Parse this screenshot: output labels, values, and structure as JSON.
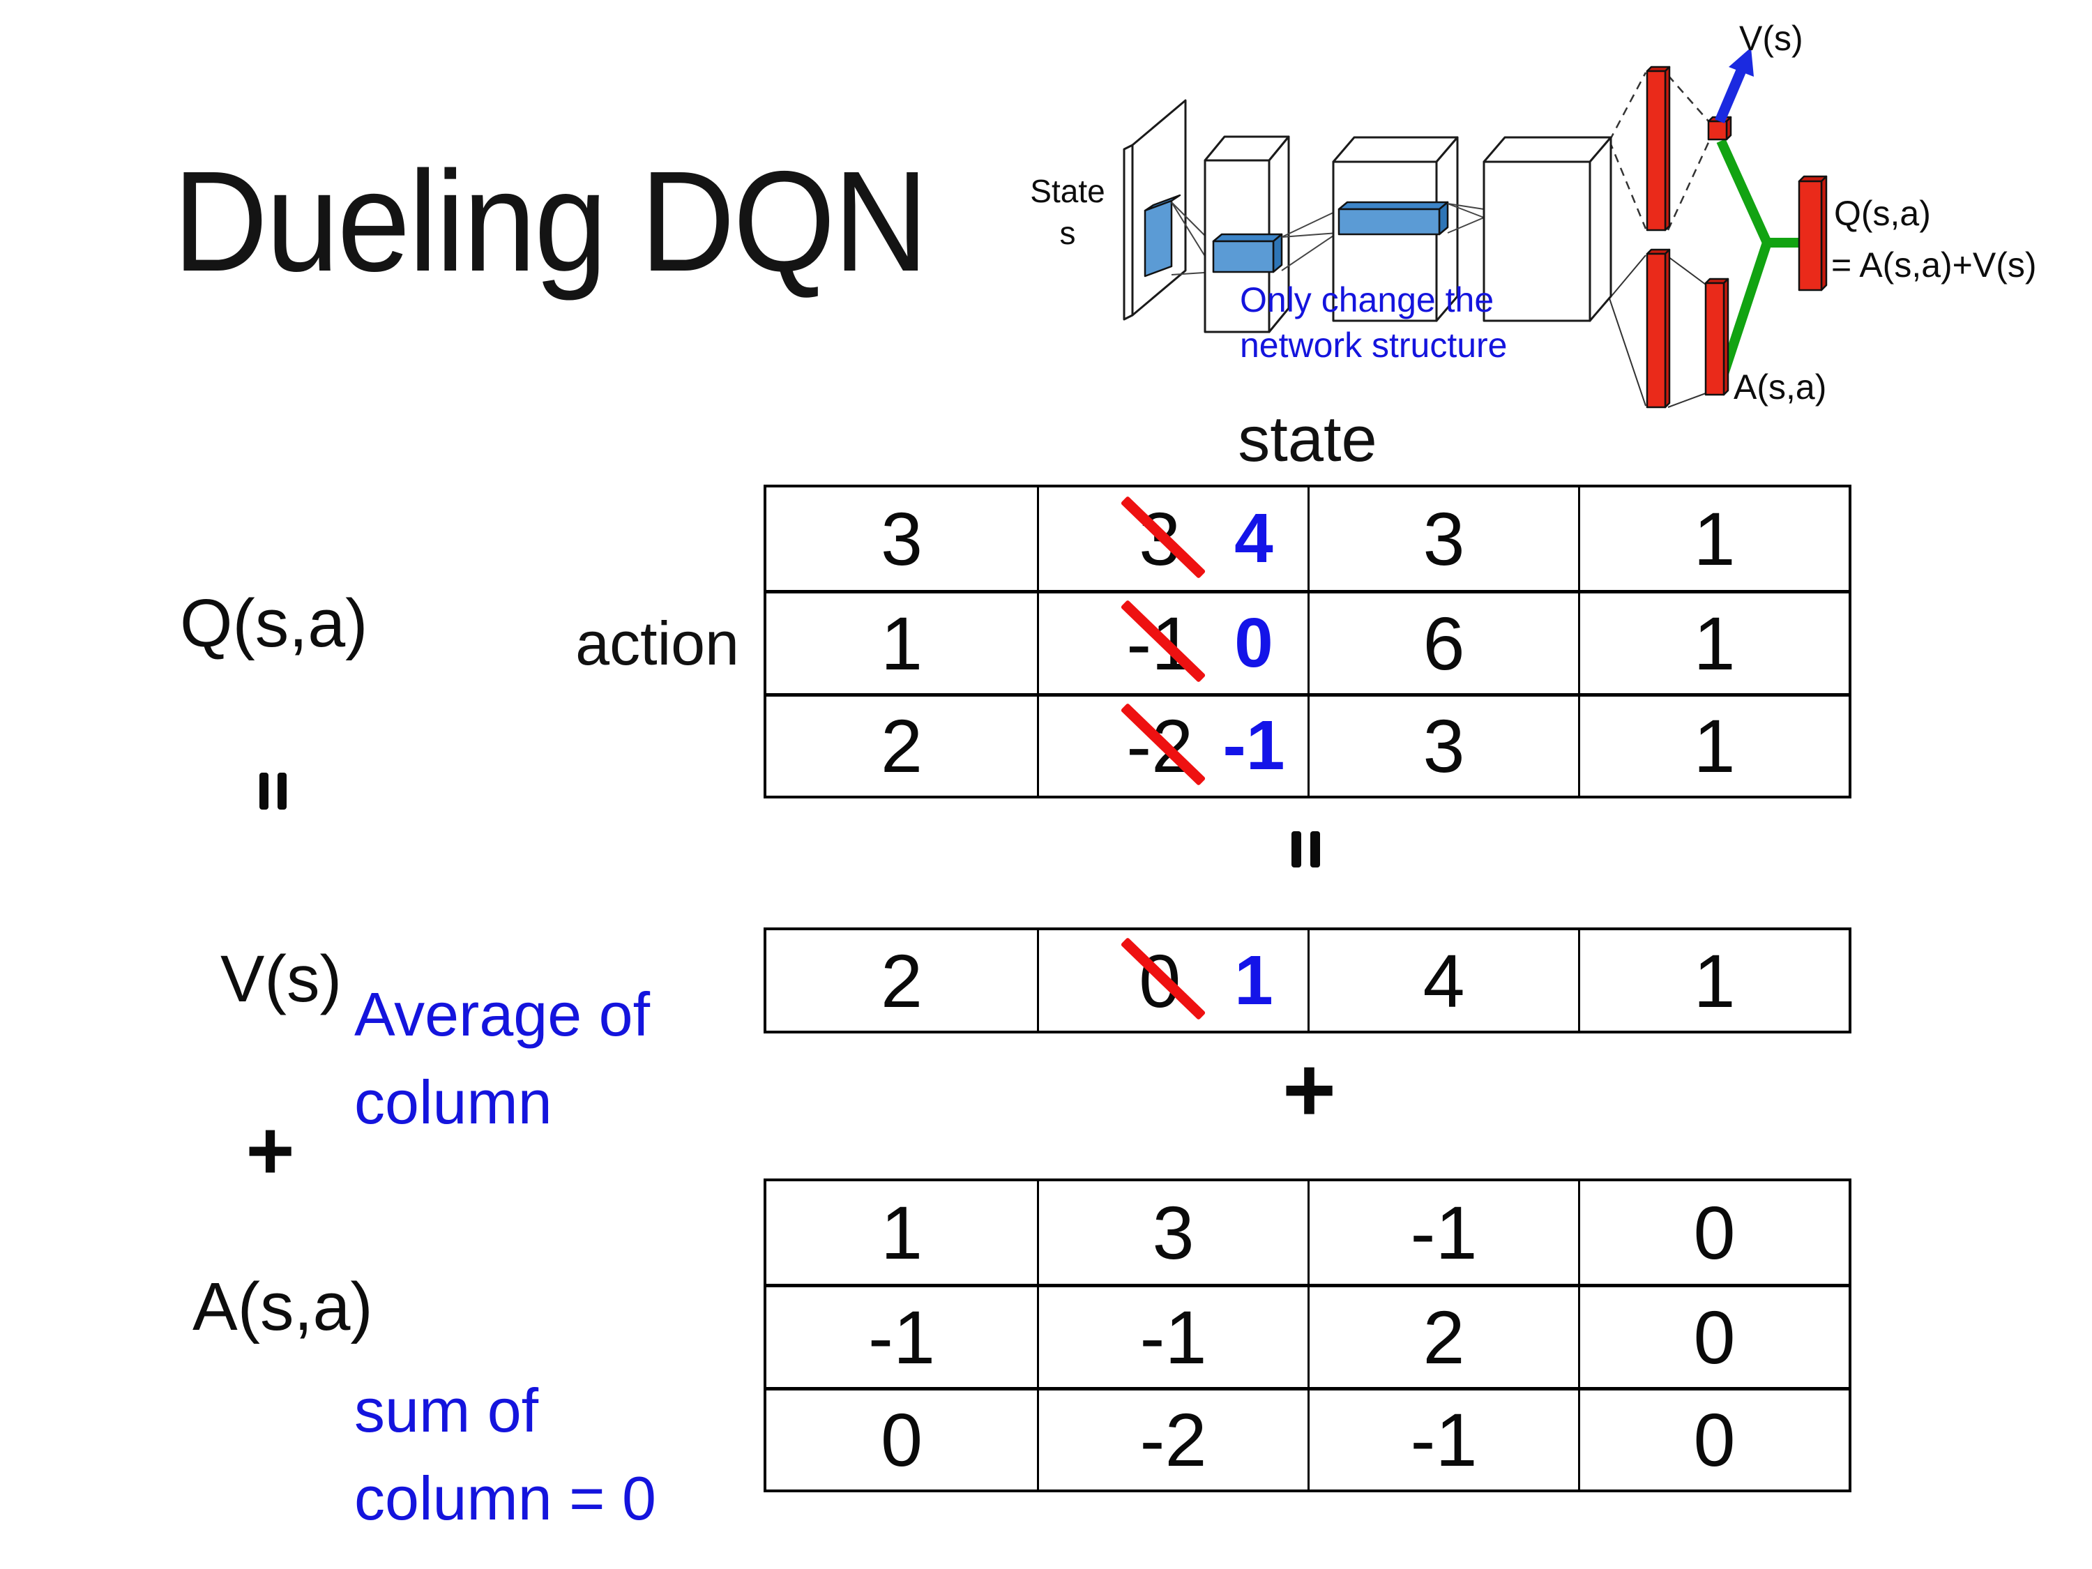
{
  "slide": {
    "title": "Dueling DQN"
  },
  "diagram": {
    "input_label_line1": "State",
    "input_label_line2": "s",
    "note_line1": "Only change the",
    "note_line2": "network structure",
    "v_output_label": "V(s)",
    "q_output_label": "Q(s,a)",
    "q_output_formula": "= A(s,a)+V(s)",
    "a_output_label": "A(s,a)"
  },
  "equation": {
    "q_term": "Q(s,a)",
    "v_term": "V(s)",
    "a_term": "A(s,a)",
    "plus": "+",
    "state_axis": "state",
    "action_axis": "action",
    "average_note_line1": "Average of",
    "average_note_line2": "column",
    "sum_note_line1": "sum of",
    "sum_note_line2": "column = 0"
  },
  "tables": {
    "q": {
      "rows": [
        [
          "3",
          {
            "old": "3",
            "new": "4"
          },
          "3",
          "1"
        ],
        [
          "1",
          {
            "old": "-1",
            "new": "0"
          },
          "6",
          "1"
        ],
        [
          "2",
          {
            "old": "-2",
            "new": "-1"
          },
          "3",
          "1"
        ]
      ]
    },
    "v": {
      "cells": [
        "2",
        {
          "old": "0",
          "new": "1"
        },
        "4",
        "1"
      ]
    },
    "a": {
      "rows": [
        [
          "1",
          "3",
          "-1",
          "0"
        ],
        [
          "-1",
          "-1",
          "2",
          "0"
        ],
        [
          "0",
          "-2",
          "-1",
          "0"
        ]
      ]
    }
  },
  "colors": {
    "accent_blue_text": "#1414dd",
    "correction_blue": "#1414e8",
    "strike_red": "#ee1111",
    "bar_red": "#ea2a1a",
    "link_green": "#12a312",
    "feature_blue": "#5b9bd5",
    "arrow_blue": "#1b2ae0"
  }
}
